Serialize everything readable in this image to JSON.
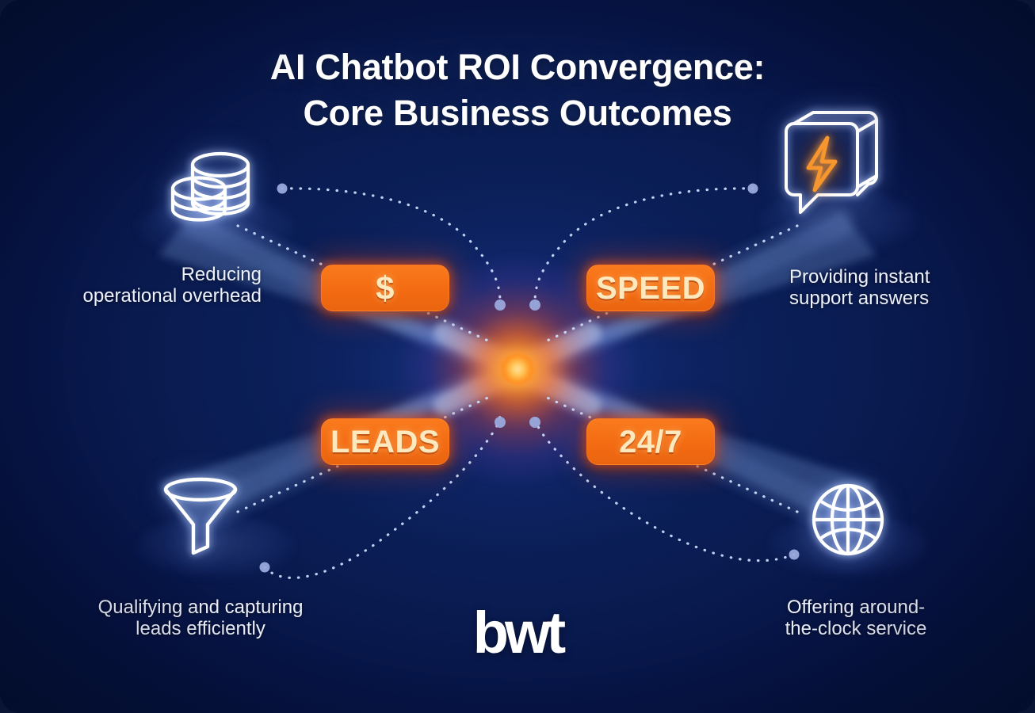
{
  "title": {
    "line1": "AI Chatbot ROI Convergence:",
    "line2": "Core Business Outcomes"
  },
  "brand": {
    "logo_text": "bwt",
    "accent_orange": "#F36B12",
    "badge_text_color": "#FDE9BD",
    "background_navy": "#05164A",
    "beam_blue": "#7FA8E8",
    "core_glow": "#FF8A1E"
  },
  "nodes": [
    {
      "id": "cost",
      "position": "top-left",
      "badge_label": "$",
      "caption": "Reducing\noperational overhead",
      "icon": "stacked-coins-icon"
    },
    {
      "id": "speed",
      "position": "top-right",
      "badge_label": "SPEED",
      "caption": "Providing instant\nsupport answers",
      "icon": "speech-bubble-lightning-icon"
    },
    {
      "id": "leads",
      "position": "bottom-left",
      "badge_label": "LEADS",
      "caption": "Qualifying and capturing\nleads efficiently",
      "icon": "funnel-icon"
    },
    {
      "id": "availability",
      "position": "bottom-right",
      "badge_label": "24/7",
      "caption": "Offering around-\nthe-clock service",
      "icon": "globe-icon"
    }
  ],
  "center": {
    "label": "convergence-core"
  }
}
